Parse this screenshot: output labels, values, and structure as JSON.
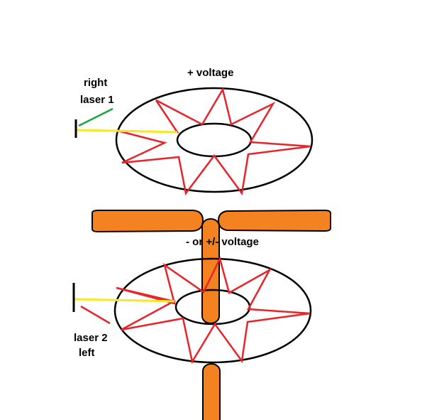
{
  "labels": {
    "top_voltage": "+ voltage",
    "right": "right",
    "laser_1": "laser 1",
    "middle_voltage": "- or +/- voltage",
    "laser_2": "laser 2",
    "left": "left"
  },
  "colors": {
    "outline": "#000000",
    "star": "#e8232a",
    "laser_beam": "#f5e82a",
    "green_pointer": "#1aa23c",
    "red_pointer": "#e8232a",
    "propeller": "#f58220"
  }
}
